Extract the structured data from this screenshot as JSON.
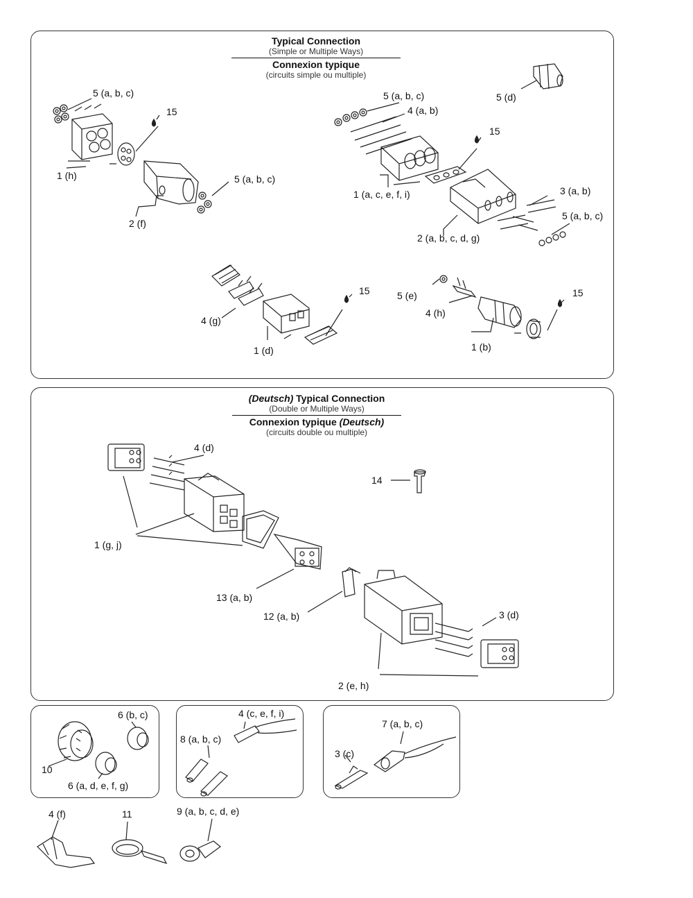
{
  "top_panel": {
    "title_en": "Typical Connection",
    "subtitle_en": "(Simple or Multiple Ways)",
    "title_fr": "Connexion typique",
    "subtitle_fr": "(circuits simple ou multiple)"
  },
  "deutsch_panel": {
    "title_en_em": "(Deutsch)",
    "title_en": "Typical Connection",
    "subtitle_en": "(Double or Multiple Ways)",
    "title_fr": "Connexion typique",
    "title_fr_em": "(Deutsch)",
    "subtitle_fr": "(circuits double ou multiple)"
  },
  "labels": {
    "l5abc_1": "5 (a, b, c)",
    "l15_1": "15",
    "l1h": "1 (h)",
    "l5abc_2": "5 (a, b, c)",
    "l2f": "2 (f)",
    "l5d": "5 (d)",
    "l5abc_3": "5 (a, b, c)",
    "l4ab": "4 (a, b)",
    "l15_2": "15",
    "l1acefi": "1 (a, c, e, f, i)",
    "l3ab": "3 (a, b)",
    "l5abc_4": "5 (a, b, c)",
    "l2abcdg": "2 (a, b, c, d, g)",
    "l15_3": "15",
    "l4g": "4 (g)",
    "l1d": "1 (d)",
    "l5e": "5 (e)",
    "l15_4": "15",
    "l4h": "4 (h)",
    "l1b": "1 (b)",
    "l4d": "4 (d)",
    "l14": "14",
    "l1gj": "1 (g, j)",
    "l13ab": "13 (a, b)",
    "l12ab": "12 (a, b)",
    "l3d": "3 (d)",
    "l2eh": "2 (e, h)",
    "l6bc": "6 (b, c)",
    "l10": "10",
    "l6adefg": "6 (a, d, e, f, g)",
    "l4cefi": "4 (c, e, f, i)",
    "l8abc": "8 (a, b, c)",
    "l7abc": "7 (a, b, c)",
    "l3c": "3 (c)",
    "l4f": "4 (f)",
    "l11": "11",
    "l9abcde": "9 (a, b, c, d, e)"
  }
}
